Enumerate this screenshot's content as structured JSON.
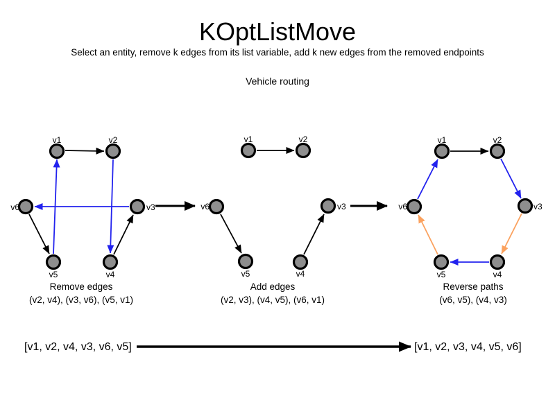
{
  "title": "KOptListMove",
  "subtitle": "Select an entity, remove k edges from its list variable, add k new edges from the removed endpoints",
  "example_label": "Vehicle routing",
  "node_labels": {
    "v1": "v1",
    "v2": "v2",
    "v3": "v3",
    "v4": "v4",
    "v5": "v5",
    "v6": "v6"
  },
  "graphs": [
    {
      "id": "remove-edges",
      "caption": "Remove edges",
      "detail": "(v2, v4), (v3, v6), (v5, v1)",
      "edges": [
        {
          "from": "v1",
          "to": "v2",
          "color": "black"
        },
        {
          "from": "v2",
          "to": "v4",
          "color": "blue"
        },
        {
          "from": "v3",
          "to": "v6",
          "color": "blue"
        },
        {
          "from": "v5",
          "to": "v1",
          "color": "blue"
        },
        {
          "from": "v6",
          "to": "v5",
          "color": "black"
        },
        {
          "from": "v4",
          "to": "v3",
          "color": "black"
        }
      ]
    },
    {
      "id": "add-edges",
      "caption": "Add edges",
      "detail": "(v2, v3), (v4, v5), (v6, v1)",
      "edges": [
        {
          "from": "v1",
          "to": "v2",
          "color": "black"
        },
        {
          "from": "v6",
          "to": "v5",
          "color": "black"
        },
        {
          "from": "v4",
          "to": "v3",
          "color": "black"
        }
      ]
    },
    {
      "id": "reverse-paths",
      "caption": "Reverse paths",
      "detail": "(v6, v5), (v4, v3)",
      "edges": [
        {
          "from": "v1",
          "to": "v2",
          "color": "black"
        },
        {
          "from": "v2",
          "to": "v3",
          "color": "blue"
        },
        {
          "from": "v3",
          "to": "v4",
          "color": "orange"
        },
        {
          "from": "v4",
          "to": "v5",
          "color": "blue"
        },
        {
          "from": "v5",
          "to": "v6",
          "color": "orange"
        },
        {
          "from": "v6",
          "to": "v1",
          "color": "blue"
        }
      ]
    }
  ],
  "before_list": "[v1, v2, v4, v3, v6, v5]",
  "after_list": "[v1, v2, v3, v4, v5, v6]",
  "colors": {
    "background": "#ffffff",
    "edge_default": "#000000",
    "edge_changed_blue": "#2222ee",
    "edge_reversed_orange": "#fba25f",
    "node_fill": "#8e8e8e",
    "node_border": "#000000"
  }
}
